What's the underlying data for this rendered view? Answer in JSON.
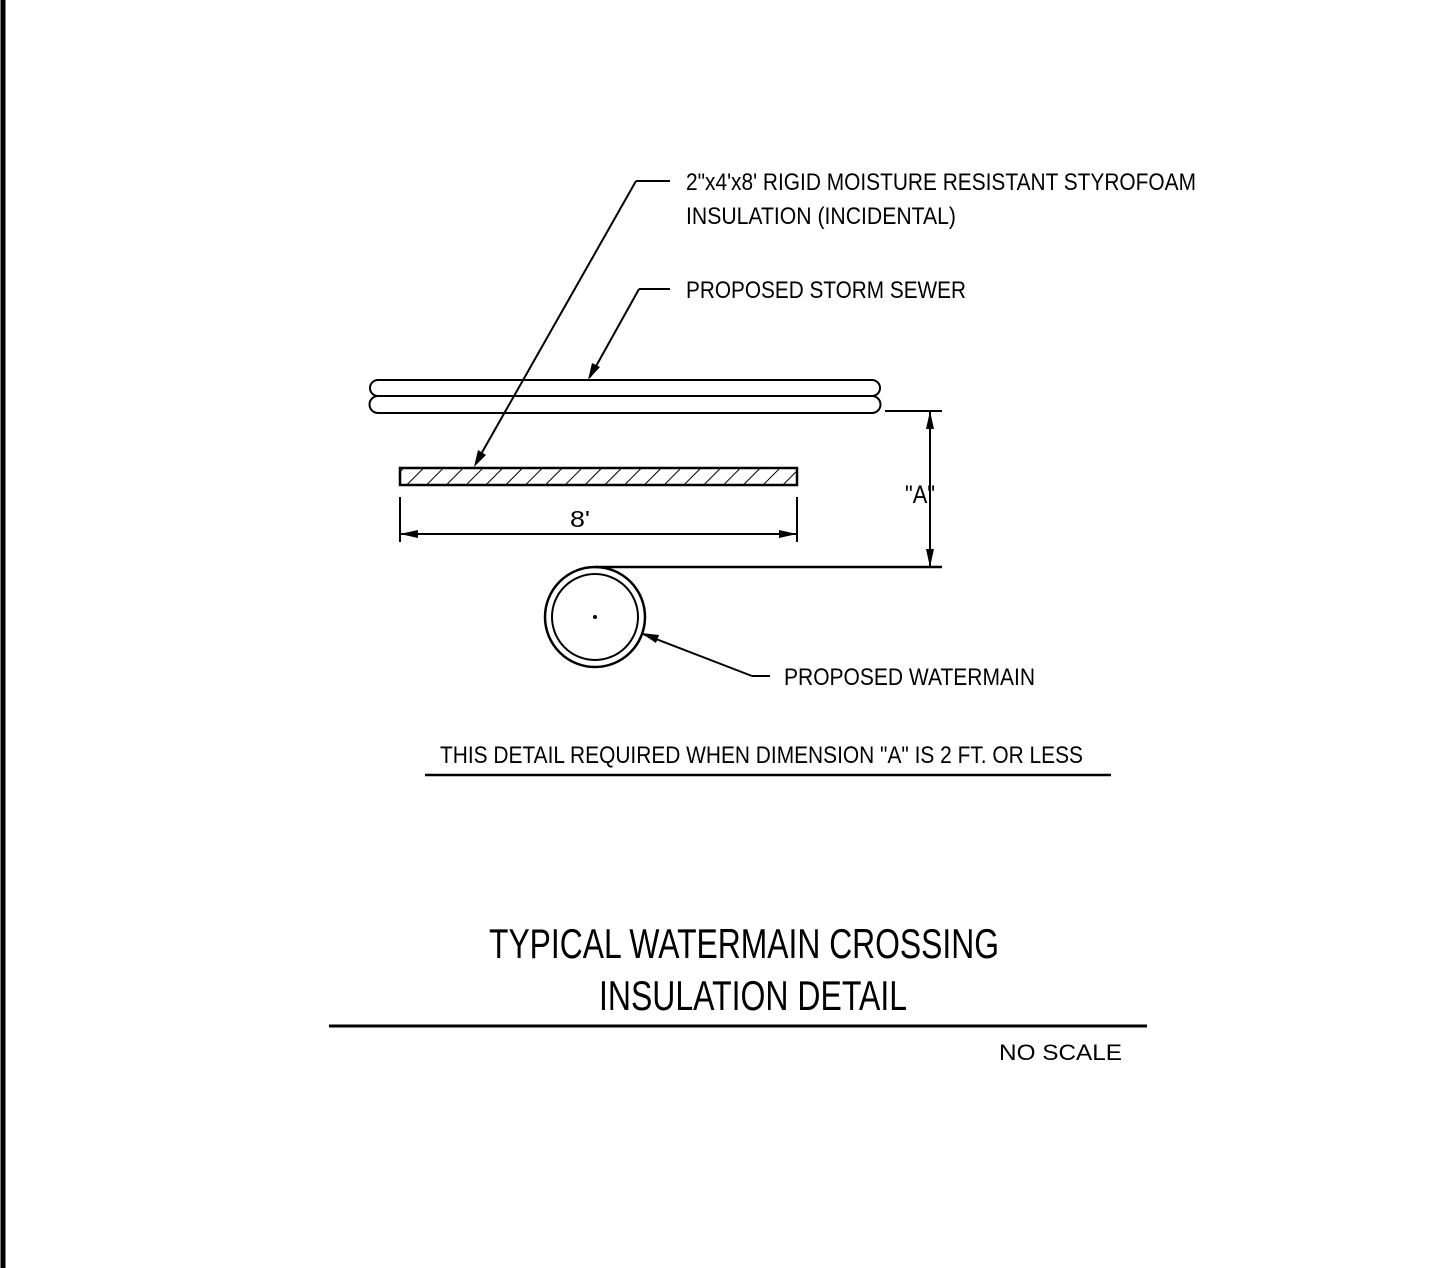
{
  "labels": {
    "insulation_line1": "2\"x4'x8' RIGID MOISTURE RESISTANT STYROFOAM",
    "insulation_line2": "INSULATION (INCIDENTAL)",
    "storm_sewer": "PROPOSED STORM SEWER",
    "watermain": "PROPOSED WATERMAIN",
    "dimension_a": "\"A\"",
    "dimension_width": "8'",
    "requirement_note": "THIS DETAIL REQUIRED WHEN DIMENSION \"A\" IS 2 FT. OR LESS"
  },
  "title": {
    "line1": "TYPICAL WATERMAIN CROSSING",
    "line2": "INSULATION DETAIL"
  },
  "scale_note": "NO SCALE"
}
